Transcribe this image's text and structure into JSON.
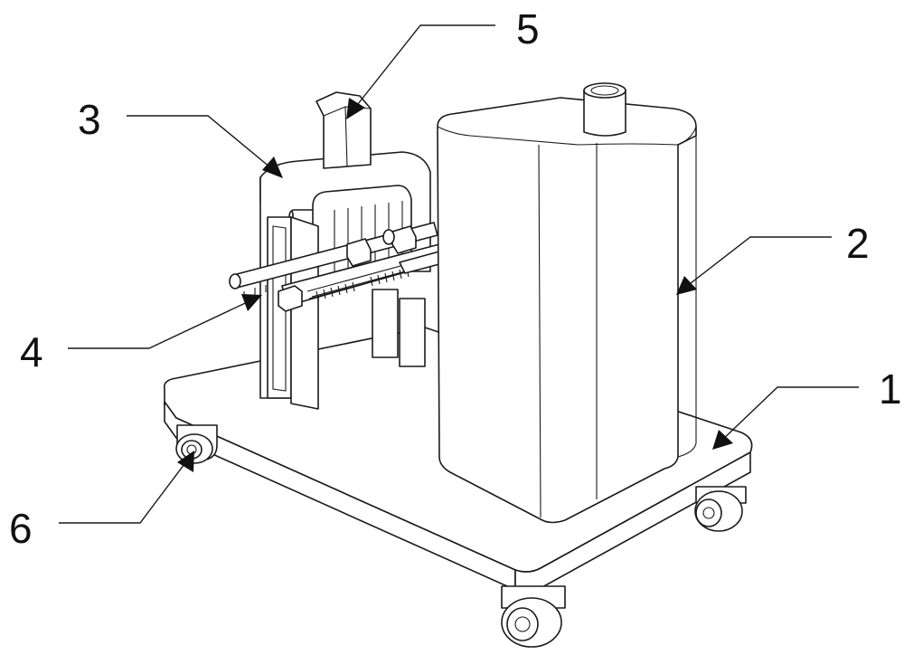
{
  "labels": {
    "base_plate": "1",
    "tank": "2",
    "frame": "3",
    "rail_assembly": "4",
    "hopper": "5",
    "caster": "6"
  }
}
